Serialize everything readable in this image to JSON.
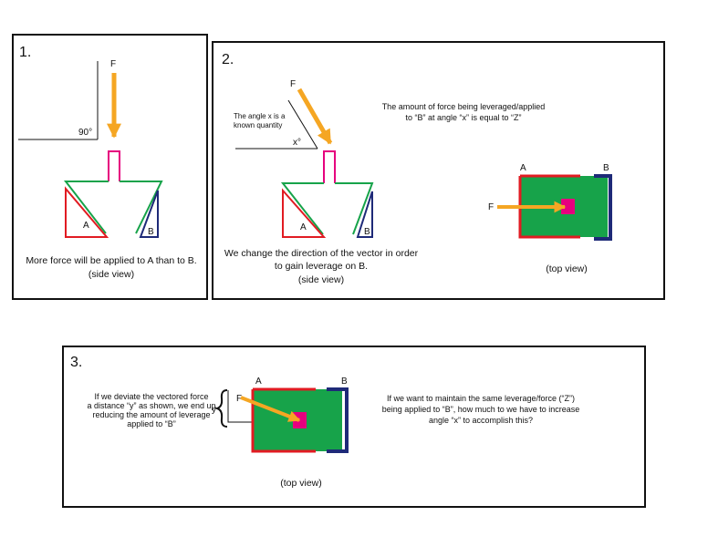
{
  "colors": {
    "arrow": "#F5A623",
    "red": "#E11B22",
    "green": "#17A34A",
    "navy": "#1E2A78",
    "magenta": "#E6007E",
    "frame": "#111111"
  },
  "panel1": {
    "number": "1.",
    "force_label": "F",
    "angle_label": "90°",
    "label_a": "A",
    "label_b": "B",
    "caption_line1": "More force will be applied to A than to B.",
    "caption_line2": "(side view)"
  },
  "panel2": {
    "number": "2.",
    "force_label": "F",
    "angle_note_line1": "The angle x is a",
    "angle_note_line2": "known quantity",
    "angle_label": "x°",
    "label_a": "A",
    "label_b": "B",
    "caption_line1": "We change the direction of the vector in order",
    "caption_line2": "to gain leverage on B.",
    "caption_line3": "(side view)",
    "note_line1": "The amount of force being leveraged/applied",
    "note_line2": "to “B” at angle “x” is  equal to “Z”",
    "top_label_a": "A",
    "top_label_b": "B",
    "top_force_label": "F",
    "top_caption": "(top view)"
  },
  "panel3": {
    "number": "3.",
    "left_note_line1": "If we deviate the vectored force",
    "left_note_line2": "a distance “y” as shown, we end up",
    "left_note_line3": "reducing the amount of leverage",
    "left_note_line4": "applied to “B”",
    "y_label": "y",
    "force_label": "F",
    "label_a": "A",
    "label_b": "B",
    "caption": "(top view)",
    "right_note_line1": "If we want to maintain the same leverage/force (“Z”)",
    "right_note_line2": "being applied to “B”, how much to we have to increase",
    "right_note_line3": "angle “x” to accomplish this?"
  }
}
